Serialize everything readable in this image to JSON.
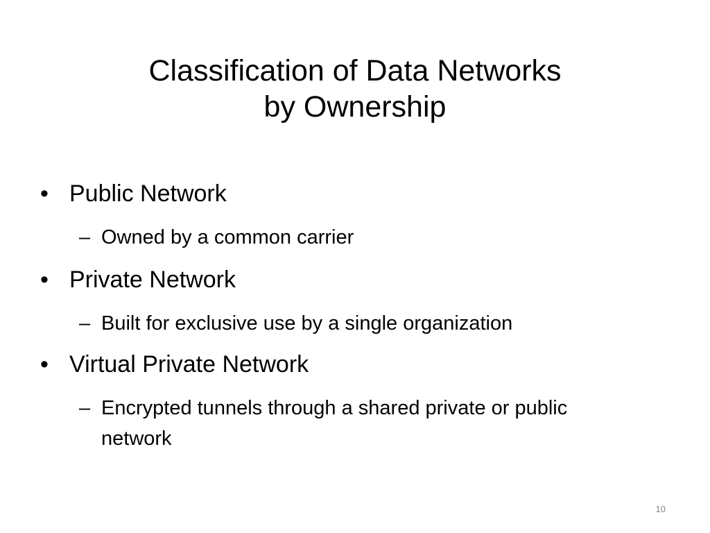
{
  "title": {
    "line1": "Classification of Data Networks",
    "line2": "by Ownership"
  },
  "bullets": [
    {
      "label": "Public Network",
      "sub": "Owned by a common carrier"
    },
    {
      "label": "Private Network",
      "sub": "Built for exclusive use by a single organization"
    },
    {
      "label": "Virtual Private Network",
      "sub": "Encrypted tunnels through a shared private or public network"
    }
  ],
  "page_number": "10"
}
